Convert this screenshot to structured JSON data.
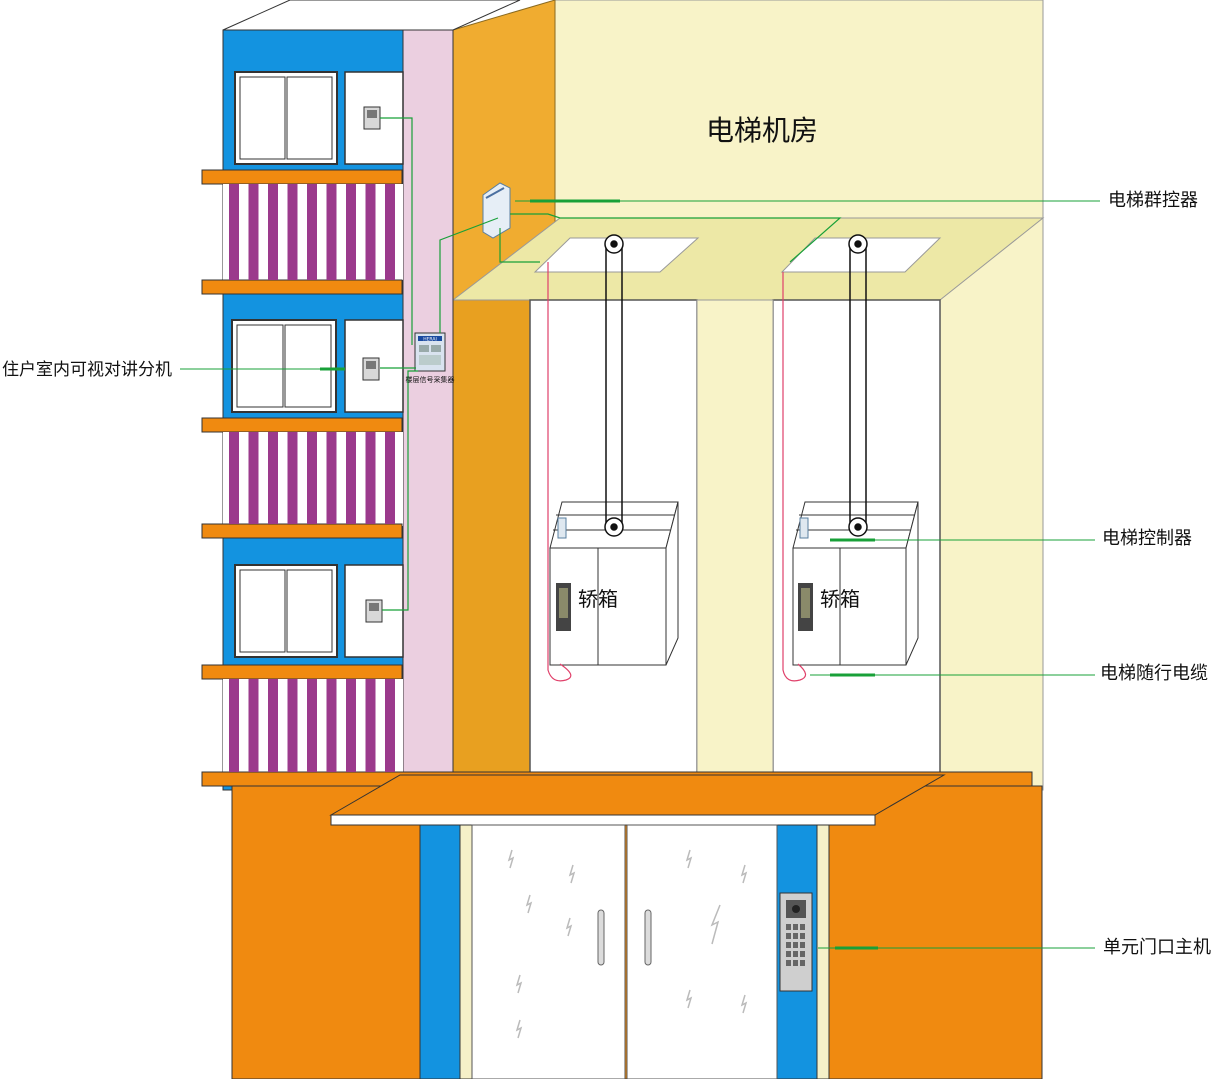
{
  "labels": {
    "machine_room": "电梯机房",
    "group_controller": "电梯群控器",
    "indoor_unit": "住户室内可视对讲分机",
    "floor_collector": "楼层信号采集器",
    "car_left": "轿箱",
    "car_right": "轿箱",
    "elevator_controller": "电梯控制器",
    "travel_cable": "电梯随行电缆",
    "door_station": "单元门口主机"
  },
  "device_text": {
    "floor_collector_badge": "HERAI"
  },
  "colors": {
    "wall_blue": "#1393e0",
    "balcony_orange": "#f08a10",
    "stripe_purple": "#9b3a8c",
    "shaft_pink": "#ebcfe0",
    "shaft_orange": "#f0ac30",
    "machine_room_cream": "#f8f3c8",
    "slab_khaki": "#ede8a6",
    "shaft_white": "#ffffff",
    "wire_green": "#18a038",
    "cable_pink": "#e0406a"
  }
}
